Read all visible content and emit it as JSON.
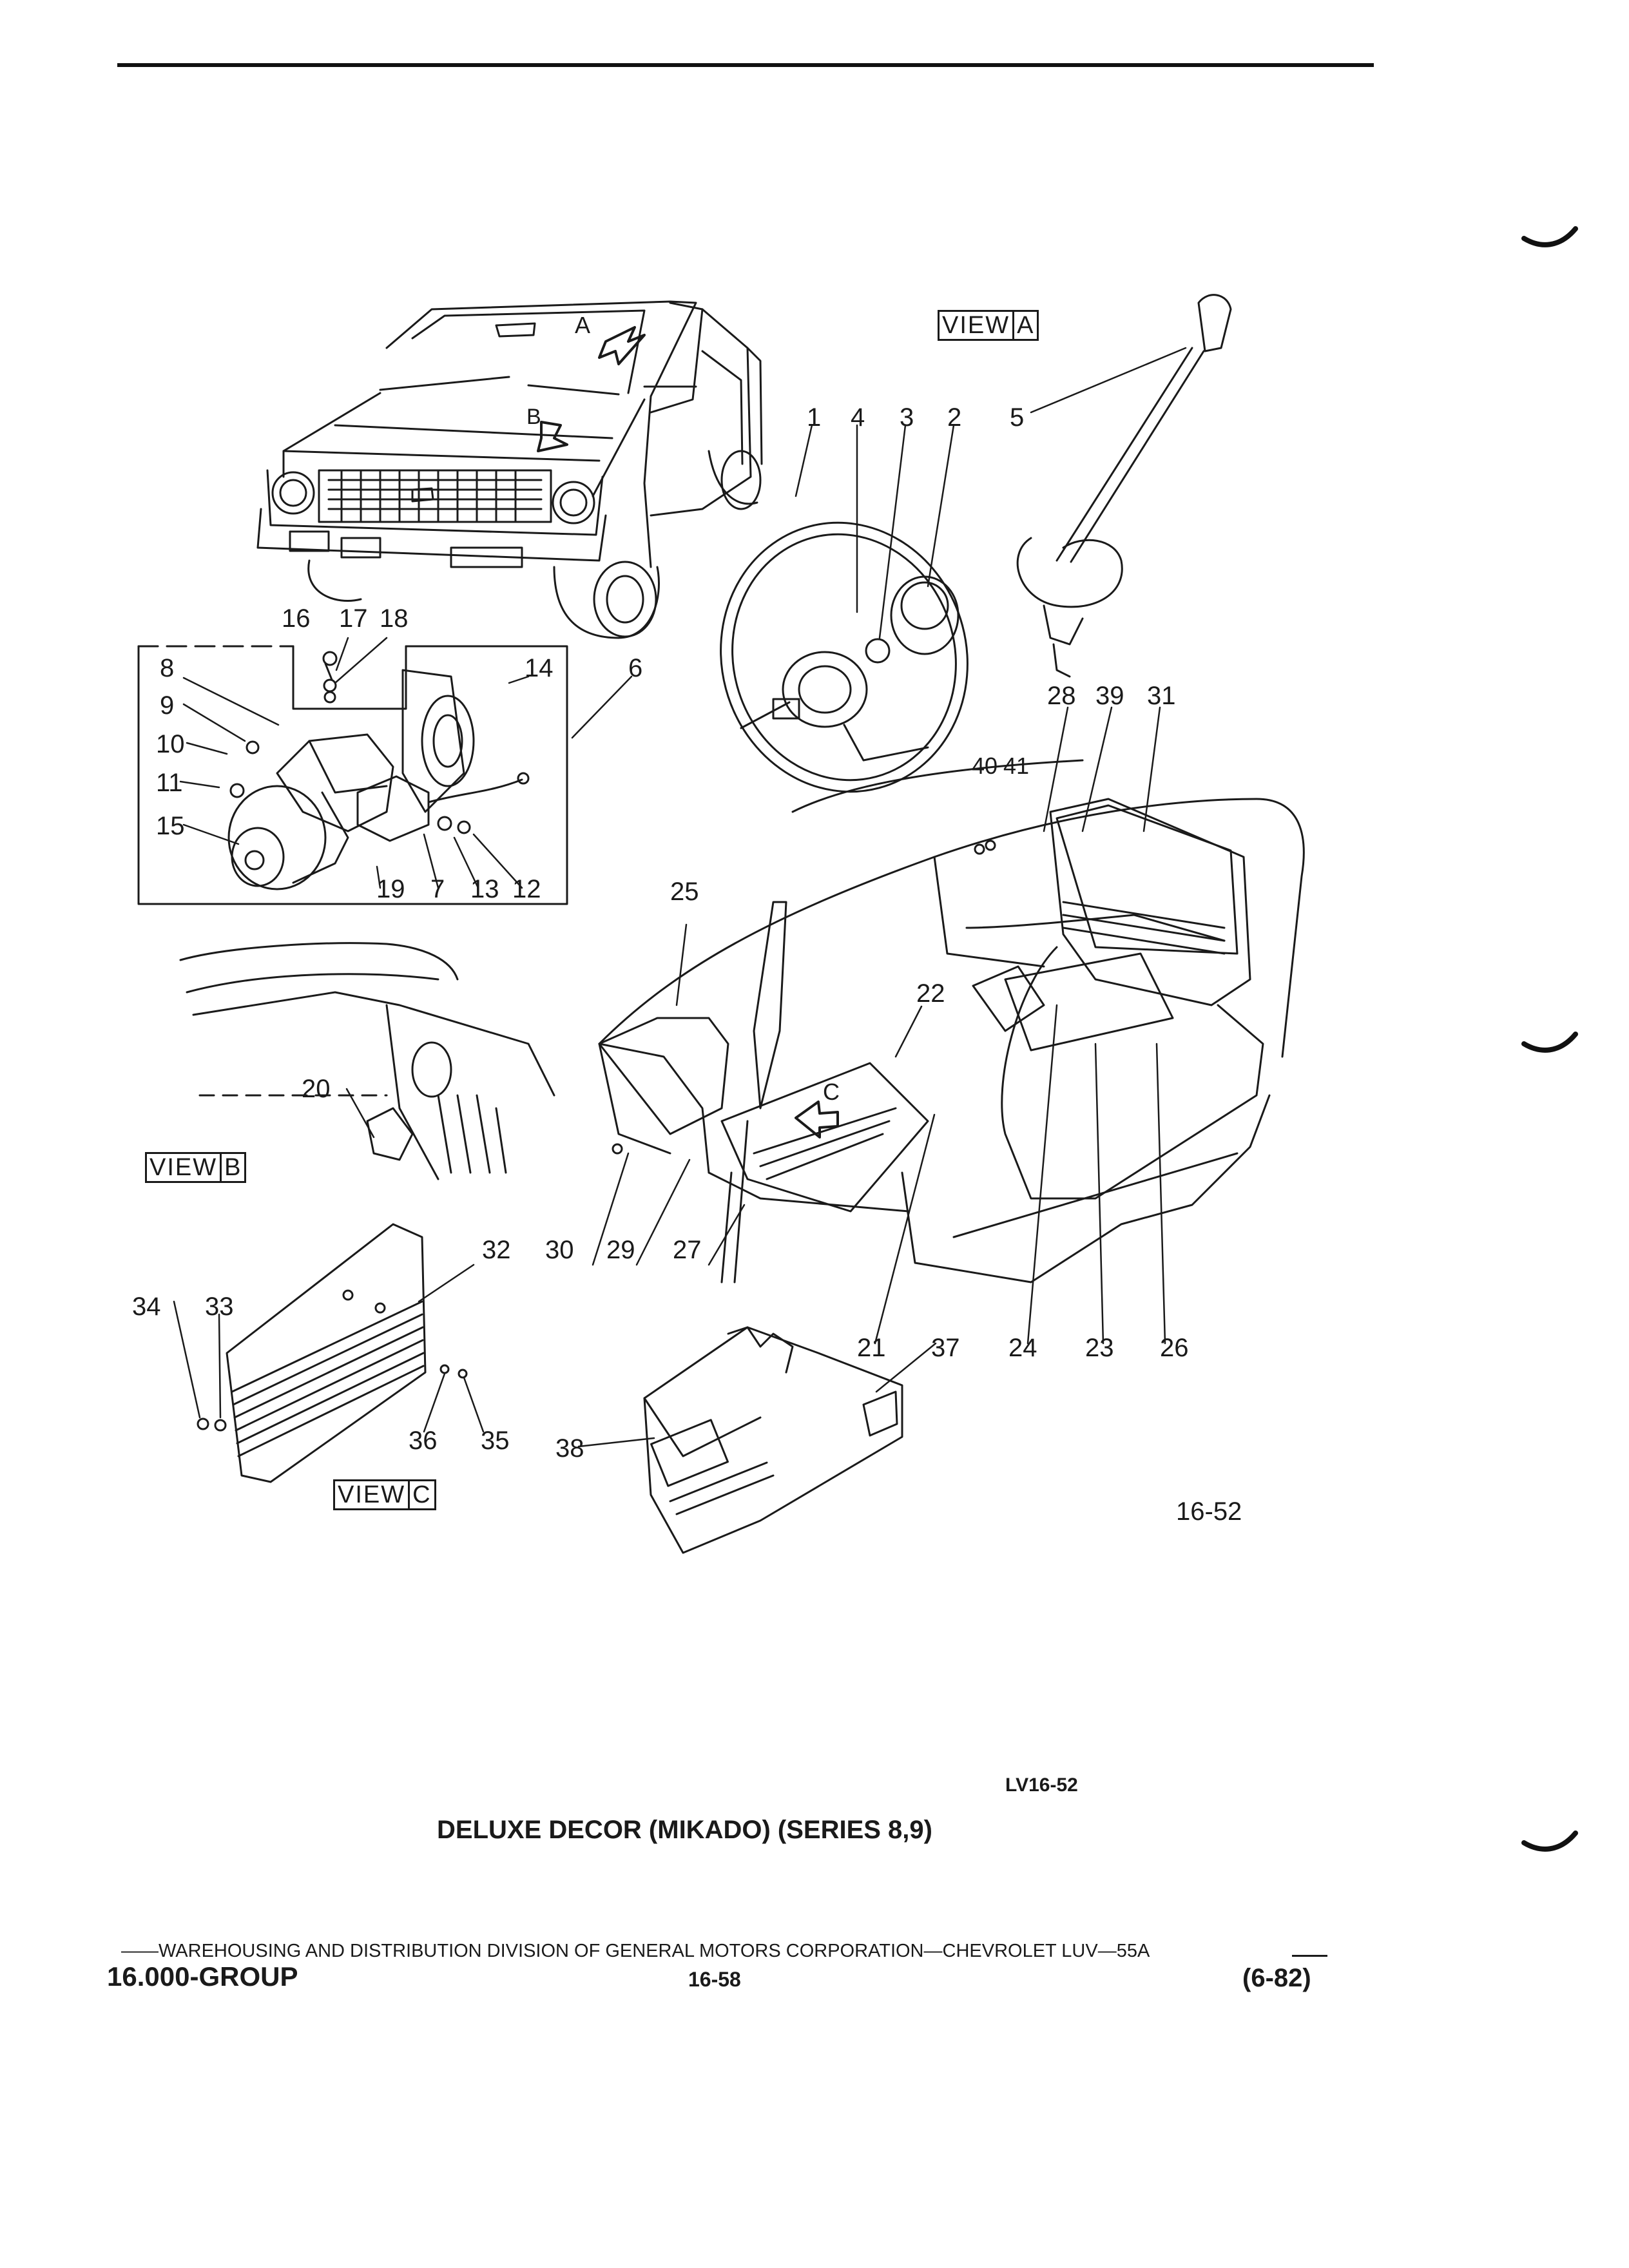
{
  "callouts": [
    {
      "id": "c1",
      "text": "1"
    },
    {
      "id": "c4",
      "text": "4"
    },
    {
      "id": "c3",
      "text": "3"
    },
    {
      "id": "c2",
      "text": "2"
    },
    {
      "id": "c5",
      "text": "5"
    },
    {
      "id": "c16",
      "text": "16"
    },
    {
      "id": "c17",
      "text": "17"
    },
    {
      "id": "c18",
      "text": "18"
    },
    {
      "id": "c14",
      "text": "14"
    },
    {
      "id": "c6",
      "text": "6"
    },
    {
      "id": "c8",
      "text": "8"
    },
    {
      "id": "c9",
      "text": "9"
    },
    {
      "id": "c10",
      "text": "10"
    },
    {
      "id": "c11",
      "text": "11"
    },
    {
      "id": "c15",
      "text": "15"
    },
    {
      "id": "c19",
      "text": "19"
    },
    {
      "id": "c7",
      "text": "7"
    },
    {
      "id": "c13",
      "text": "13"
    },
    {
      "id": "c12",
      "text": "12"
    },
    {
      "id": "c28",
      "text": "28"
    },
    {
      "id": "c39",
      "text": "39"
    },
    {
      "id": "c31",
      "text": "31"
    },
    {
      "id": "c40",
      "text": "40"
    },
    {
      "id": "c41",
      "text": "41"
    },
    {
      "id": "c25",
      "text": "25"
    },
    {
      "id": "c22",
      "text": "22"
    },
    {
      "id": "c20",
      "text": "20"
    },
    {
      "id": "c32",
      "text": "32"
    },
    {
      "id": "c30",
      "text": "30"
    },
    {
      "id": "c29",
      "text": "29"
    },
    {
      "id": "c27",
      "text": "27"
    },
    {
      "id": "c21",
      "text": "21"
    },
    {
      "id": "c37",
      "text": "37"
    },
    {
      "id": "c24",
      "text": "24"
    },
    {
      "id": "c23",
      "text": "23"
    },
    {
      "id": "c26",
      "text": "26"
    },
    {
      "id": "c34",
      "text": "34"
    },
    {
      "id": "c33",
      "text": "33"
    },
    {
      "id": "c36",
      "text": "36"
    },
    {
      "id": "c35",
      "text": "35"
    },
    {
      "id": "c38",
      "text": "38"
    }
  ],
  "views": {
    "a": {
      "word": "VIEW",
      "letter": "A"
    },
    "b": {
      "word": "VIEW",
      "letter": "B"
    },
    "c": {
      "word": "VIEW",
      "letter": "C"
    }
  },
  "arrow_letters": {
    "a": "A",
    "b": "B",
    "c": "C"
  },
  "figure_number": "16-52",
  "illustration_code": "LV16-52",
  "caption": "DELUXE DECOR (MIKADO) (SERIES 8,9)",
  "footer": {
    "publisher_line": "——WAREHOUSING AND DISTRIBUTION DIVISION OF GENERAL MOTORS CORPORATION—CHEVROLET LUV—55A",
    "group": "16.000-GROUP",
    "page": "16-58",
    "date": "(6-82)"
  }
}
